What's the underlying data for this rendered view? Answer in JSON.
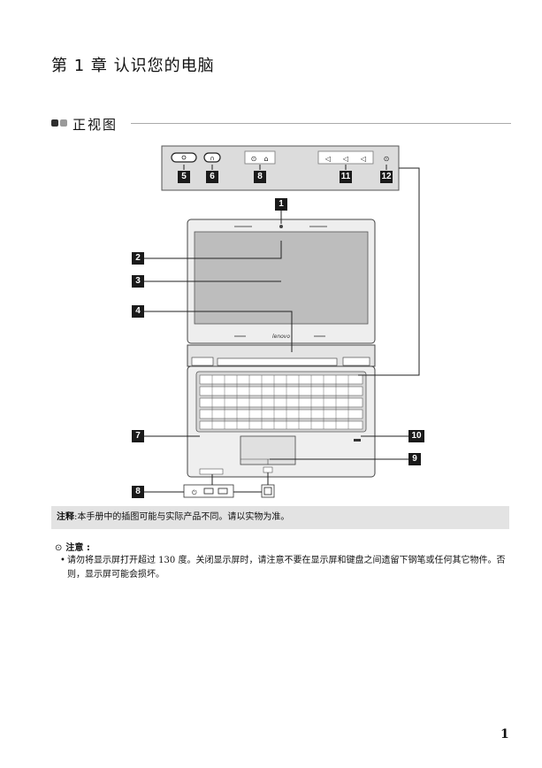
{
  "chapter": {
    "title": "第 1 章 认识您的电脑"
  },
  "section": {
    "title": "正视图"
  },
  "diagram": {
    "callouts": [
      "1",
      "2",
      "3",
      "4",
      "5",
      "6",
      "7",
      "8",
      "9",
      "10",
      "11",
      "12",
      "8"
    ],
    "brand_logo": "lenovo"
  },
  "note": {
    "label": "注释",
    "text": ":本手册中的插图可能与实际产品不同。请以实物为准。"
  },
  "attention": {
    "label": "注意 :",
    "bullet": "请勿将显示屏打开超过 130 度。关闭显示屏时，请注意不要在显示屏和键盘之间遗留下钢笔或任何其它物件。否则，显示屏可能会损坏。"
  },
  "page_number": "1"
}
